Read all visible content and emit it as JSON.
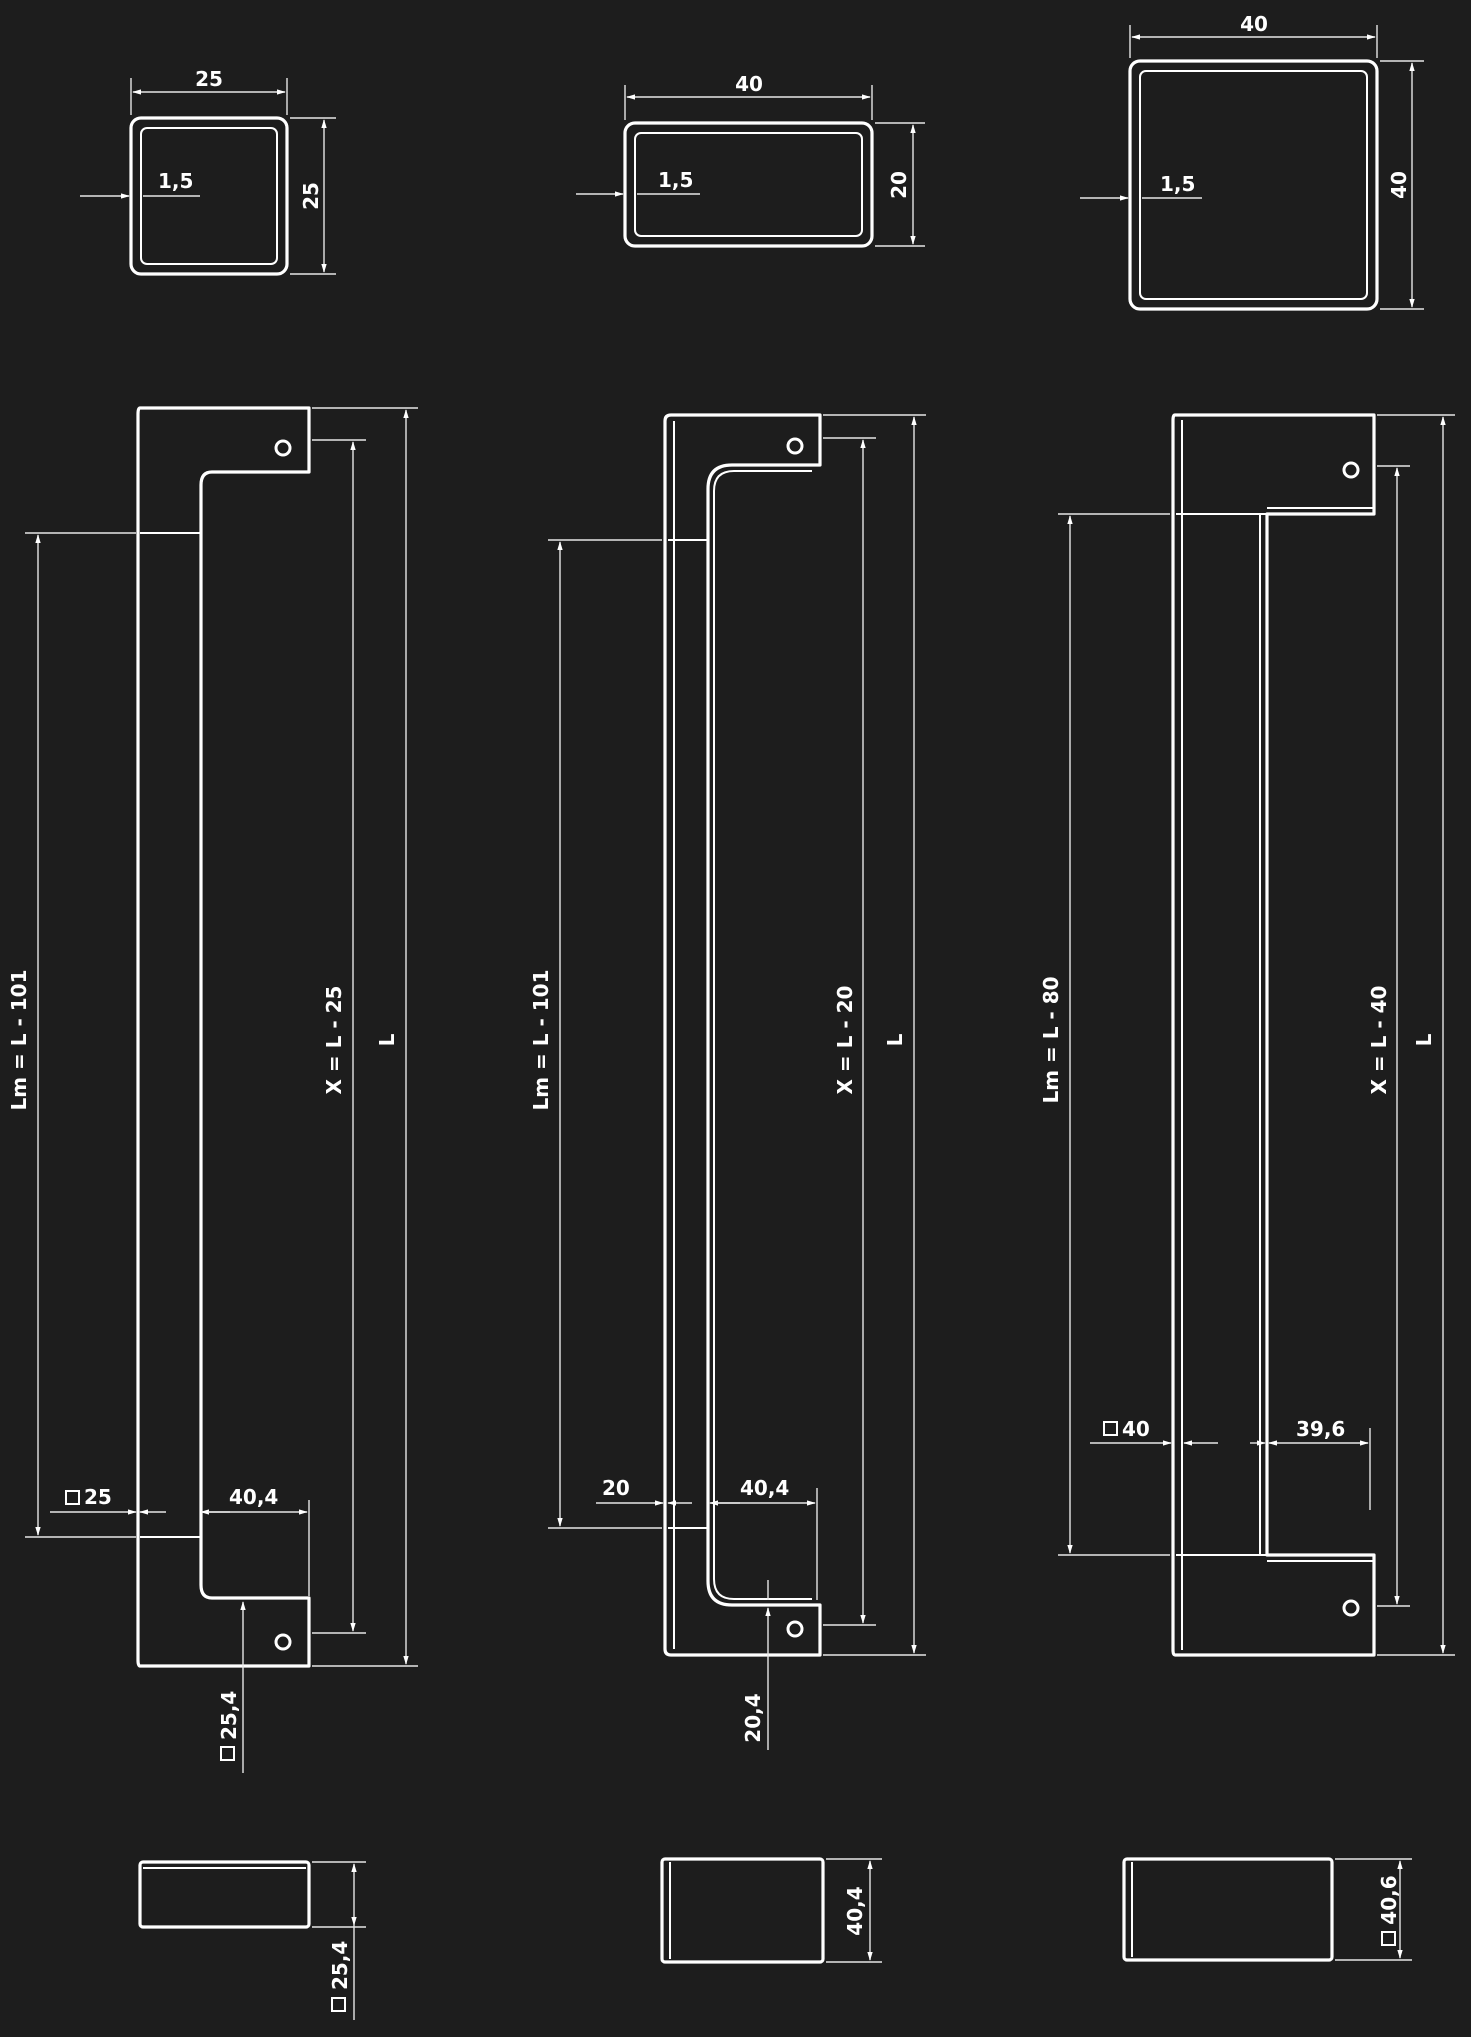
{
  "colors": {
    "background": "#1d1d1d",
    "line": "#ffffff",
    "dimension": "#e6e6e6"
  },
  "handle_1": {
    "section_width": "25",
    "section_height": "25",
    "wall_thickness": "1,5",
    "label_lm": "Lm = L - 101",
    "label_x": "X = L - 25",
    "label_l": "L",
    "square_mark": "□",
    "bar_size": "25",
    "offset": "40,4",
    "foot_size": "25,4",
    "end_size": "25,4"
  },
  "handle_2": {
    "section_width": "40",
    "section_height": "20",
    "wall_thickness": "1,5",
    "label_lm": "Lm = L - 101",
    "label_x": "X = L - 20",
    "label_l": "L",
    "bar_size": "20",
    "offset": "40,4",
    "foot_size": "20,4",
    "end_size": "40,4"
  },
  "handle_3": {
    "section_width": "40",
    "section_height": "40",
    "wall_thickness": "1,5",
    "label_lm": "Lm = L - 80",
    "label_x": "X = L - 40",
    "label_l": "L",
    "square_mark": "□",
    "bar_size": "40",
    "offset": "39,6",
    "end_size": "40,6"
  }
}
